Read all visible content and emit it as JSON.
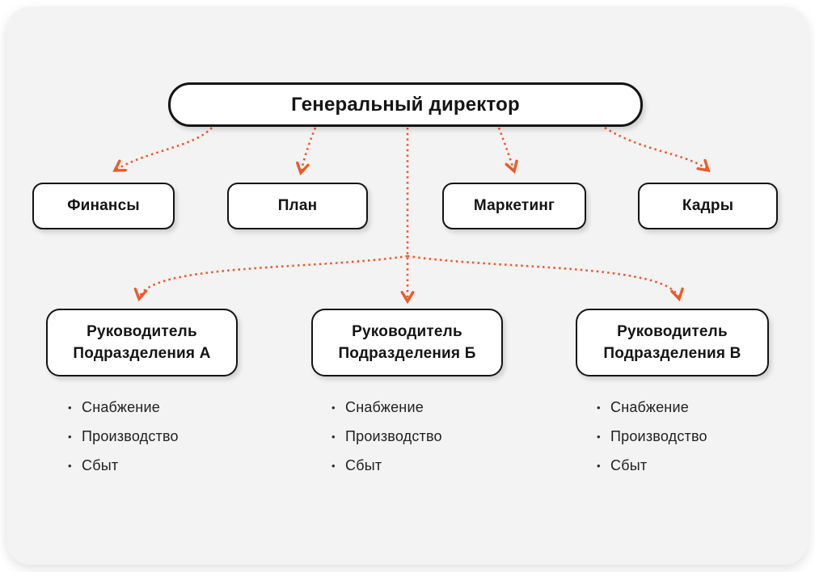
{
  "theme": {
    "page_bg": "#ffffff",
    "card_bg": "#f3f3f4",
    "accent": "#ed5a29",
    "node_bg": "#ffffff",
    "node_border": "#141414",
    "text": "#1d1d1d"
  },
  "org_chart": {
    "bullet": "•",
    "root": {
      "label": "Генеральный директор"
    },
    "staff_units": [
      {
        "label": "Финансы"
      },
      {
        "label": "План"
      },
      {
        "label": "Маркетинг"
      },
      {
        "label": "Кадры"
      }
    ],
    "divisions": [
      {
        "line1": "Руководитель",
        "line2": "Подразделения А",
        "functions": [
          "Снабжение",
          "Производство",
          "Сбыт"
        ]
      },
      {
        "line1": "Руководитель",
        "line2": "Подразделения Б",
        "functions": [
          "Снабжение",
          "Производство",
          "Сбыт"
        ]
      },
      {
        "line1": "Руководитель",
        "line2": "Подразделения В",
        "functions": [
          "Снабжение",
          "Производство",
          "Сбыт"
        ]
      }
    ],
    "connections": {
      "root_to_staff": [
        "Финансы",
        "План",
        "Маркетинг",
        "Кадры"
      ],
      "root_to_divisions": [
        "Подразделение А",
        "Подразделение Б",
        "Подразделение В"
      ]
    }
  }
}
